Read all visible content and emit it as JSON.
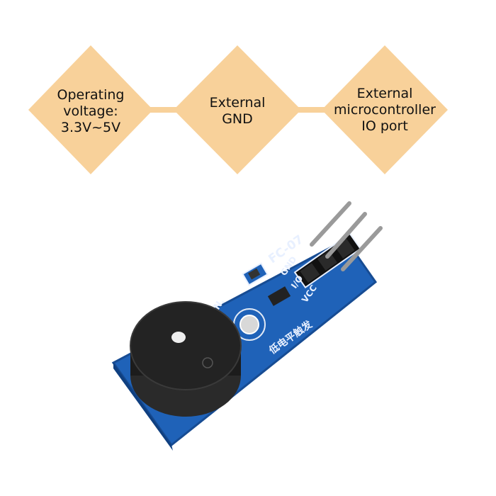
{
  "colors": {
    "diamond": "#f8d19a",
    "pcb": "#1f62b8",
    "buzzer": "#1c1c1c",
    "silkscreen": "#e8f0ff"
  },
  "features": [
    {
      "lines": [
        "Operating",
        "voltage:",
        "3.3V~5V"
      ]
    },
    {
      "lines": [
        "External",
        "GND"
      ]
    },
    {
      "lines": [
        "External",
        "microcontroller",
        "IO port"
      ]
    }
  ],
  "board": {
    "model": "FC-07",
    "pins": [
      "GND",
      "I/O",
      "VCC"
    ],
    "trigger_text": "低电平触发",
    "mark": "N."
  }
}
